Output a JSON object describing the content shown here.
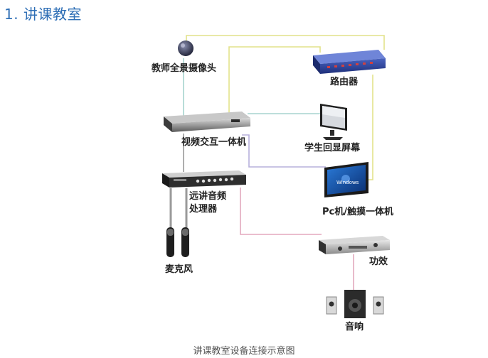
{
  "heading": "1. 讲课教室",
  "caption": "讲课教室设备连接示意图",
  "colors": {
    "heading": "#2f6fb6",
    "line_yellow": "#e2e28a",
    "line_teal": "#a7d3cf",
    "line_purple": "#b7b0dc",
    "line_pink": "#e3a9bd",
    "line_gray": "#9a9a9a"
  },
  "devices": {
    "camera": "教师全景摄像头",
    "router": "路由器",
    "video_box": "视频交互一体机",
    "student_screen": "学生回显屏幕",
    "audio_processor_line1": "远讲音频",
    "audio_processor_line2": "处理器",
    "pc": "Pc机/触摸一体机",
    "microphones": "麦克风",
    "amplifier": "功效",
    "speakers": "音响"
  },
  "screen_text": {
    "pc_os": "Windows"
  }
}
